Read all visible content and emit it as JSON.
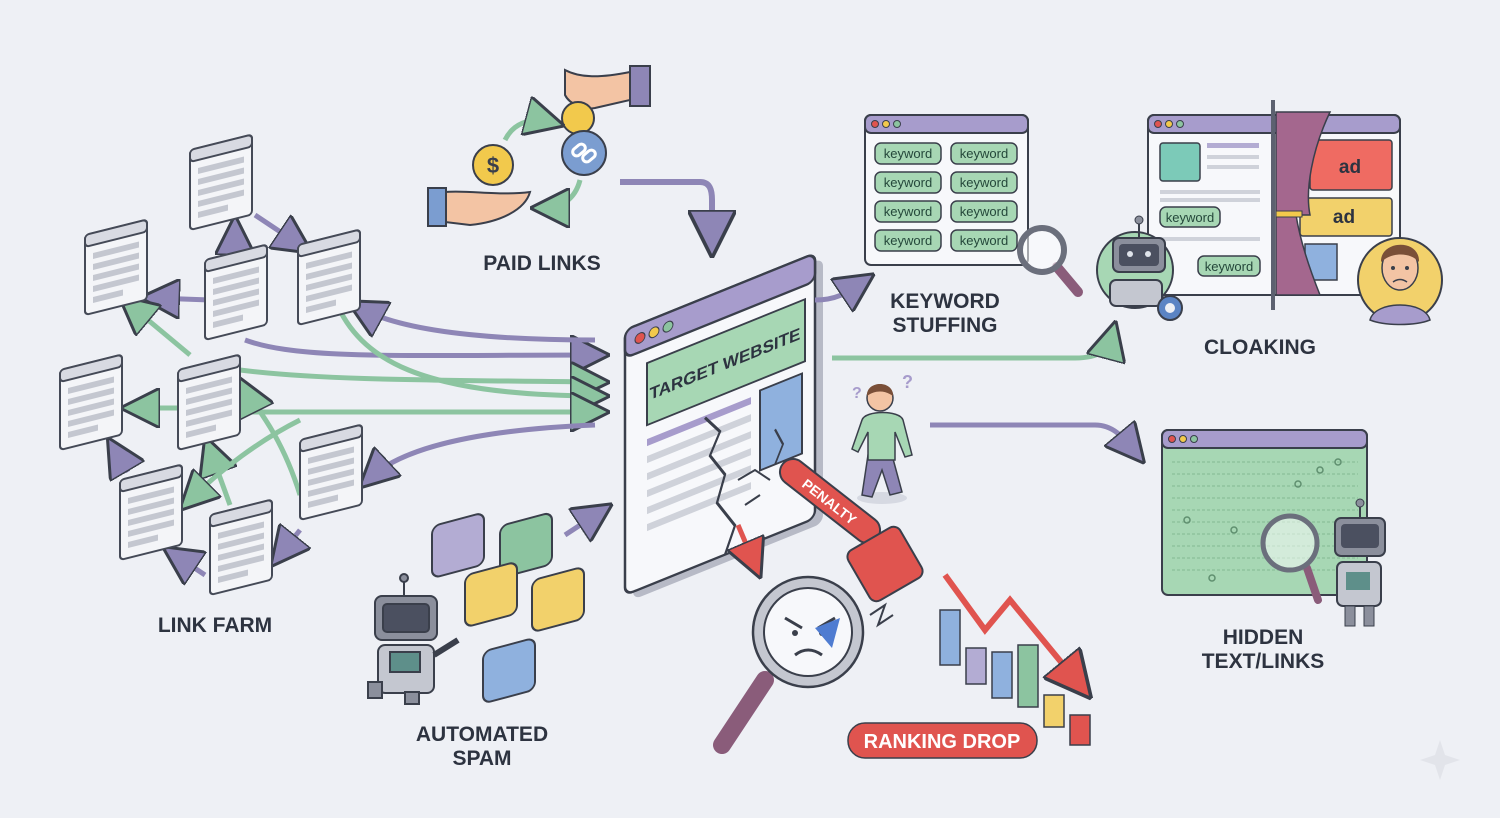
{
  "labels": {
    "paid_links": "PAID LINKS",
    "link_farm": "LINK FARM",
    "automated_spam_1": "AUTOMATED",
    "automated_spam_2": "SPAM",
    "target_website": "TARGET WEBSITE",
    "keyword_stuffing_1": "KEYWORD",
    "keyword_stuffing_2": "STUFFING",
    "cloaking": "CLOAKING",
    "hidden_1": "HIDDEN",
    "hidden_2": "TEXT/LINKS",
    "penalty": "PENALTY",
    "ranking_drop": "RANKING DROP"
  },
  "keyword_stuffing": {
    "pills": [
      "keyword",
      "keyword",
      "keyword",
      "keyword",
      "keyword",
      "keyword",
      "keyword",
      "keyword"
    ]
  },
  "cloaking": {
    "bot_view_pills": [
      "keyword",
      "keyword"
    ],
    "user_view_ads": [
      "ad",
      "ad"
    ]
  },
  "paid_links_icons": [
    "dollar-coin-icon",
    "chain-link-coin-icon"
  ],
  "confused_marks": [
    "?",
    "?"
  ],
  "colors": {
    "background": "#eef0f5",
    "purple_arrow": "#8e86b6",
    "green_arrow": "#8cc4a0",
    "window_header": "#a79ccc",
    "green_panel": "#a7d7b4",
    "red_penalty": "#e0544f",
    "ad_red": "#ef6b62",
    "ad_yellow": "#f2d16b"
  }
}
